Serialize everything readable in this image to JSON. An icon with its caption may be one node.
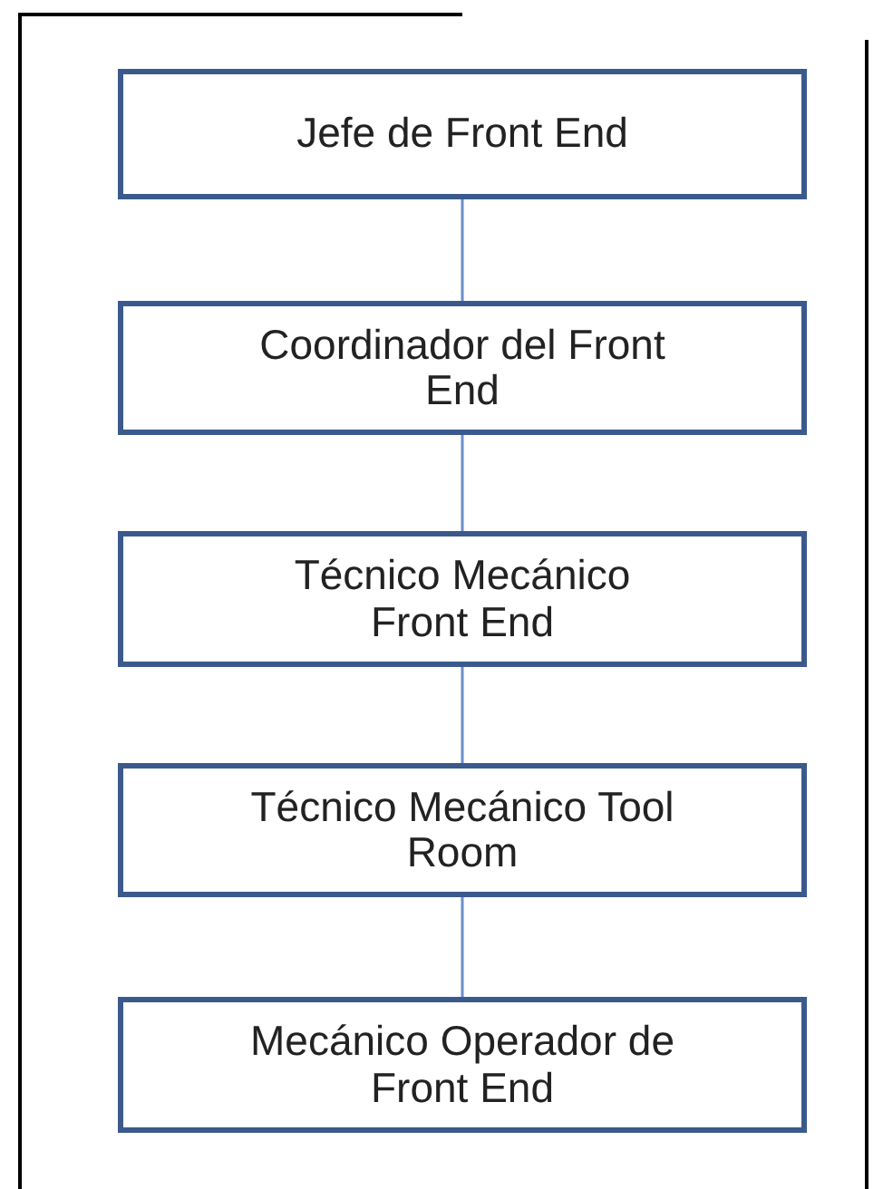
{
  "diagram": {
    "nodes": [
      {
        "text": [
          "Jefe de Front End"
        ]
      },
      {
        "text": [
          "Coordinador del Front End"
        ]
      },
      {
        "text": [
          "Técnico Mecánico Front End"
        ]
      },
      {
        "text": [
          "Técnico Mecánico Tool Room"
        ]
      },
      {
        "text": [
          "Mecánico Operador de Front End"
        ]
      }
    ],
    "edges": [
      {
        "from": 0,
        "to": 1,
        "arrow": "none"
      },
      {
        "from": 1,
        "to": 2,
        "arrow": "none"
      },
      {
        "from": 2,
        "to": 3,
        "arrow": "none"
      },
      {
        "from": 3,
        "to": 4,
        "arrow": "none"
      }
    ]
  }
}
